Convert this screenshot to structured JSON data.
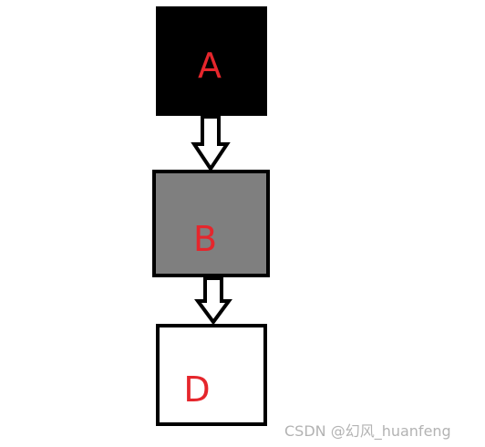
{
  "diagram": {
    "nodes": [
      {
        "id": "A",
        "label": "A",
        "fill": "#000000",
        "label_color": "#e5262c"
      },
      {
        "id": "B",
        "label": "B",
        "fill": "#7f7f7f",
        "label_color": "#e5262c"
      },
      {
        "id": "D",
        "label": "D",
        "fill": "#ffffff",
        "label_color": "#e5262c"
      }
    ],
    "edges": [
      {
        "from": "A",
        "to": "B",
        "style": "hollow-block-arrow"
      },
      {
        "from": "B",
        "to": "D",
        "style": "hollow-block-arrow"
      }
    ]
  },
  "watermark": {
    "text": "CSDN @幻风_huanfeng",
    "color": "#b3b3b3"
  }
}
